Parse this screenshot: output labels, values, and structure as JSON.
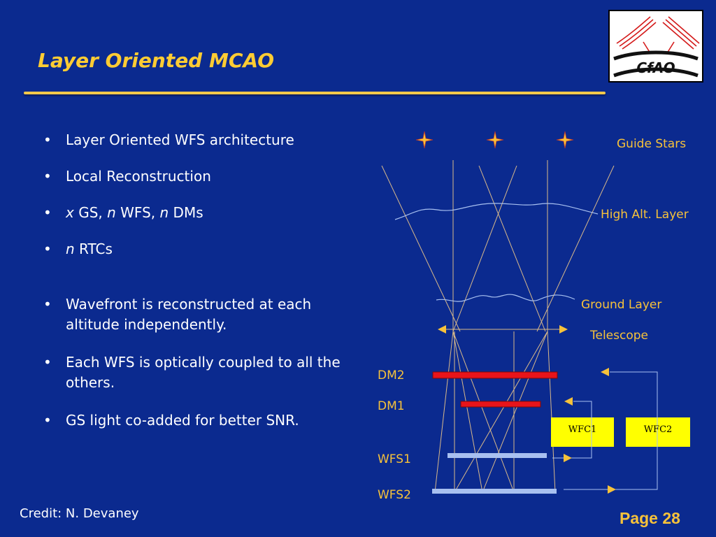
{
  "title": "Layer Oriented MCAO",
  "logo": {
    "text": "CfAO"
  },
  "bullets": [
    {
      "pre": "",
      "em": "",
      "post": "Layer Oriented WFS architecture"
    },
    {
      "pre": "",
      "em": "",
      "post": "Local Reconstruction"
    },
    {
      "pre": "",
      "em": "x",
      "post": " GS, ",
      "em2": "n",
      "post2": " WFS, ",
      "em3": "n",
      "post3": " DMs"
    },
    {
      "pre": "",
      "em": "n",
      "post": " RTCs"
    },
    {
      "pre": "",
      "em": "",
      "post": "Wavefront is reconstructed at each altitude independently."
    },
    {
      "pre": "",
      "em": "",
      "post": "Each WFS is optically coupled to all the others."
    },
    {
      "pre": "",
      "em": "",
      "post": "GS light co-added for better SNR."
    }
  ],
  "diagram": {
    "labels": {
      "guide_stars": "Guide Stars",
      "high_alt_layer": "High Alt. Layer",
      "ground_layer": "Ground Layer",
      "telescope": "Telescope",
      "dm2": "DM2",
      "dm1": "DM1",
      "wfs1": "WFS1",
      "wfs2": "WFS2",
      "wfc1": "WFC1",
      "wfc2": "WFC2"
    },
    "colors": {
      "background": "#0b2a8f",
      "gold": "#f7c23a",
      "dm": "#e8141a",
      "wfs": "#a8c0f0",
      "wfc_box": "#ffff00",
      "beam": "#d9b98a"
    }
  },
  "footer": {
    "credit": "Credit: N. Devaney",
    "page": "Page 28"
  }
}
